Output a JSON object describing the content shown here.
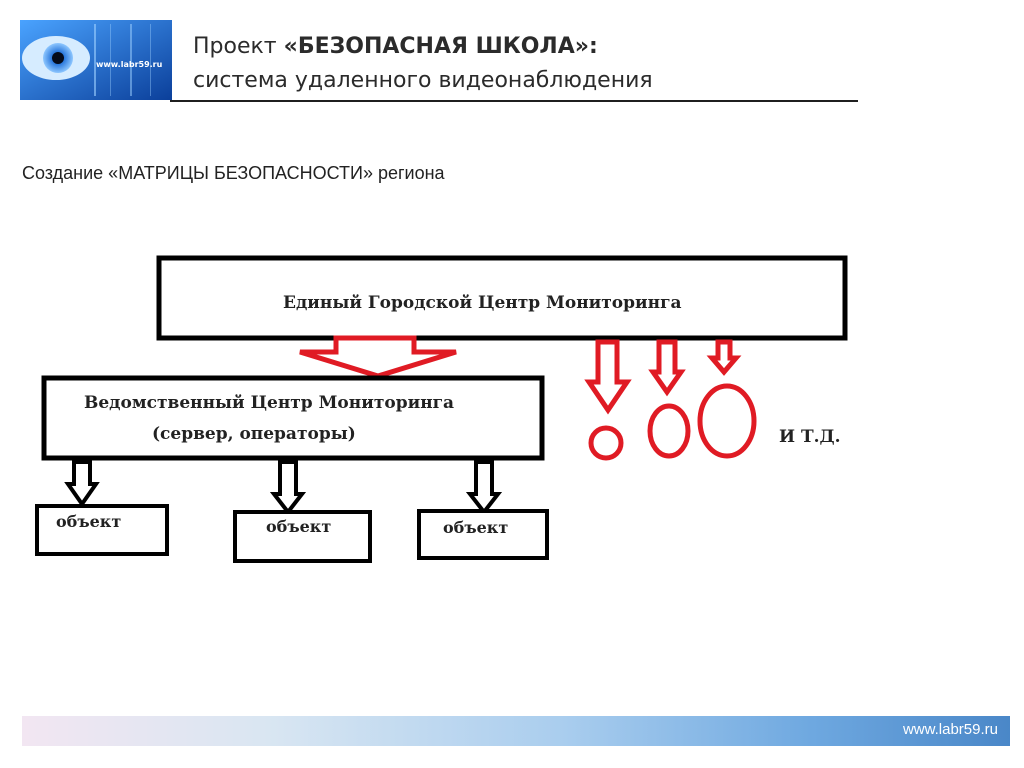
{
  "header": {
    "logo_text": "www.labr59.ru",
    "title_prefix": "Проект ",
    "title_bold": "«БЕЗОПАСНАЯ ШКОЛА»:",
    "title_line2": "система удаленного видеонаблюдения"
  },
  "subtitle": "Создание «МАТРИЦЫ БЕЗОПАСНОСТИ» региона",
  "diagram": {
    "top_box": "Единый Городской Центр Мониторинга",
    "middle_box_line1": "Ведомственный Центр Мониторинга",
    "middle_box_line2": "(сервер, операторы)",
    "objects": [
      "объект",
      "объект",
      "объект"
    ],
    "etc": "И Т.Д.",
    "colors": {
      "box": "#000000",
      "arrow_red": "#e01b24"
    }
  },
  "footer": {
    "url": "www.labr59.ru"
  }
}
